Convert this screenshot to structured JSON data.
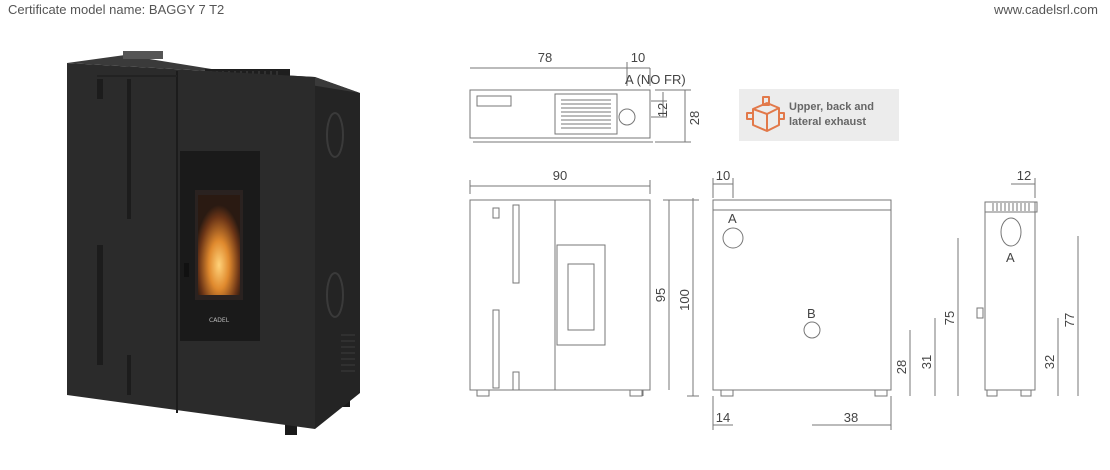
{
  "header": {
    "certificate": "Certificate model name: BAGGY 7 T2",
    "website": "www.cadelsrl.com"
  },
  "product": {
    "brand_logo": "CADEL"
  },
  "badge": {
    "icon": "exhaust-icon",
    "text": "Upper, back and lateral exhaust",
    "accent": "#e2794a"
  },
  "dimensions": {
    "top_width": "78",
    "top_offset": "10",
    "top_outlet_label": "A (NO FR)",
    "top_outlet_dim": "12",
    "depth": "28",
    "front_width": "90",
    "front_inner_height": "95",
    "front_height": "100",
    "back_offset": "10",
    "back_outlet_a": "A",
    "back_outlet_b": "B",
    "back_b_height": "28",
    "back_31": "31",
    "back_75": "75",
    "back_14": "14",
    "back_38": "38",
    "side_offset": "12",
    "side_outlet_a": "A",
    "side_32": "32",
    "side_77": "77"
  },
  "colors": {
    "stove_body": "#2a2a2a",
    "stove_panel": "#353535",
    "line": "#777777"
  }
}
